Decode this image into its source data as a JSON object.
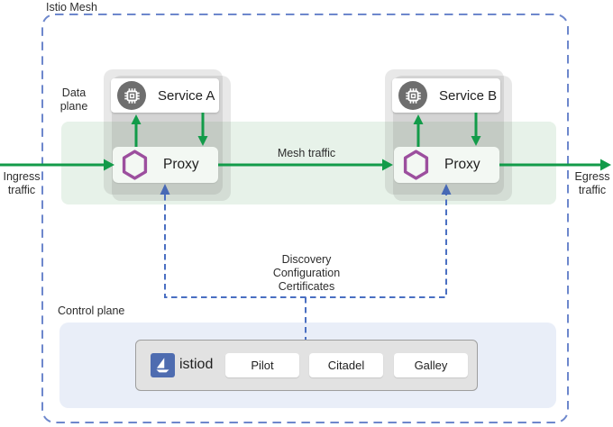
{
  "mesh": {
    "label": "Istio Mesh"
  },
  "planes": {
    "data": {
      "line1": "Data",
      "line2": "plane"
    },
    "control": "Control plane"
  },
  "traffic": {
    "ingress": {
      "line1": "Ingress",
      "line2": "traffic"
    },
    "egress": {
      "line1": "Egress",
      "line2": "traffic"
    },
    "mesh_label": "Mesh traffic"
  },
  "services": [
    {
      "name": "Service A"
    },
    {
      "name": "Service B"
    }
  ],
  "proxies": [
    {
      "label": "Proxy"
    },
    {
      "label": "Proxy"
    }
  ],
  "discovery": {
    "line1": "Discovery",
    "line2": "Configuration",
    "line3": "Certificates"
  },
  "istiod": {
    "label": "istiod",
    "components": [
      "Pilot",
      "Citadel",
      "Galley"
    ]
  },
  "icons": {
    "service": "chip-icon",
    "proxy": "hexagon-icon",
    "istiod": "sailboat-icon"
  },
  "colors": {
    "green": "#129b49",
    "dash-blue": "#4a6fc2",
    "arrow-blue": "#4769b5",
    "outer-dash-blue": "#6d87cc",
    "istio-blue": "#4e6cb0",
    "hex-purple": "#9c4f9e",
    "band-green": "#e7f2e9",
    "control-lavender": "#e9eef8",
    "container-gray": "rgba(110,110,110,0.16)",
    "chip-gray": "#6e6e6e",
    "text": "#2d2d2d"
  }
}
